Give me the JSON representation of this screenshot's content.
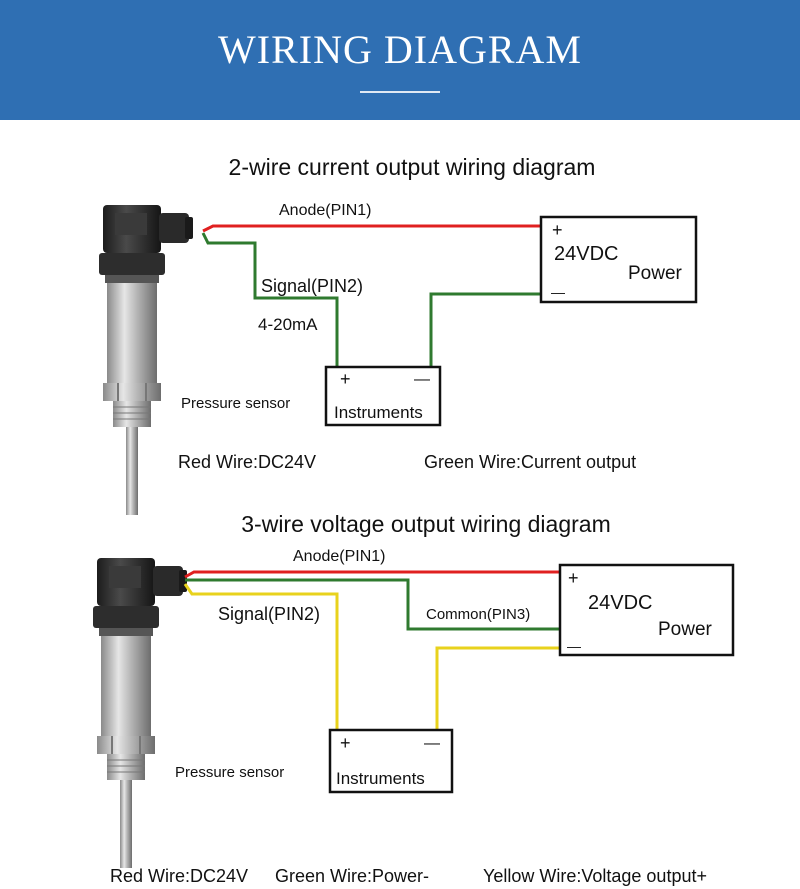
{
  "header": {
    "title": "WIRING DIAGRAM"
  },
  "diagram_2wire": {
    "title": "2-wire current output wiring diagram",
    "anode_label": "Anode(PIN1)",
    "signal_label": "Signal(PIN2)",
    "current_label": "4-20mA",
    "power_plus": "+",
    "power_voltage": "24VDC",
    "power_label": "Power",
    "power_minus": "—",
    "instr_plus": "+",
    "instr_minus": "—",
    "instr_label": "Instruments",
    "sensor_label": "Pressure sensor",
    "red_wire_note": "Red Wire:DC24V",
    "green_wire_note": "Green Wire:Current output"
  },
  "diagram_3wire": {
    "title": "3-wire voltage output wiring diagram",
    "anode_label": "Anode(PIN1)",
    "signal_label": "Signal(PIN2)",
    "common_label": "Common(PIN3)",
    "power_plus": "+",
    "power_voltage": "24VDC",
    "power_label": "Power",
    "power_minus": "—",
    "instr_plus": "+",
    "instr_minus": "—",
    "instr_label": "Instruments",
    "sensor_label": "Pressure sensor",
    "red_wire_note": "Red Wire:DC24V",
    "green_wire_note": "Green Wire:Power-",
    "yellow_wire_note": "Yellow Wire:Voltage output+"
  },
  "colors": {
    "banner": "#2f6fb3",
    "red_wire": "#e02020",
    "green_wire": "#2f7a2f",
    "yellow_wire": "#e8d21c"
  },
  "icons": {
    "sensor": "pressure-sensor-icon"
  }
}
